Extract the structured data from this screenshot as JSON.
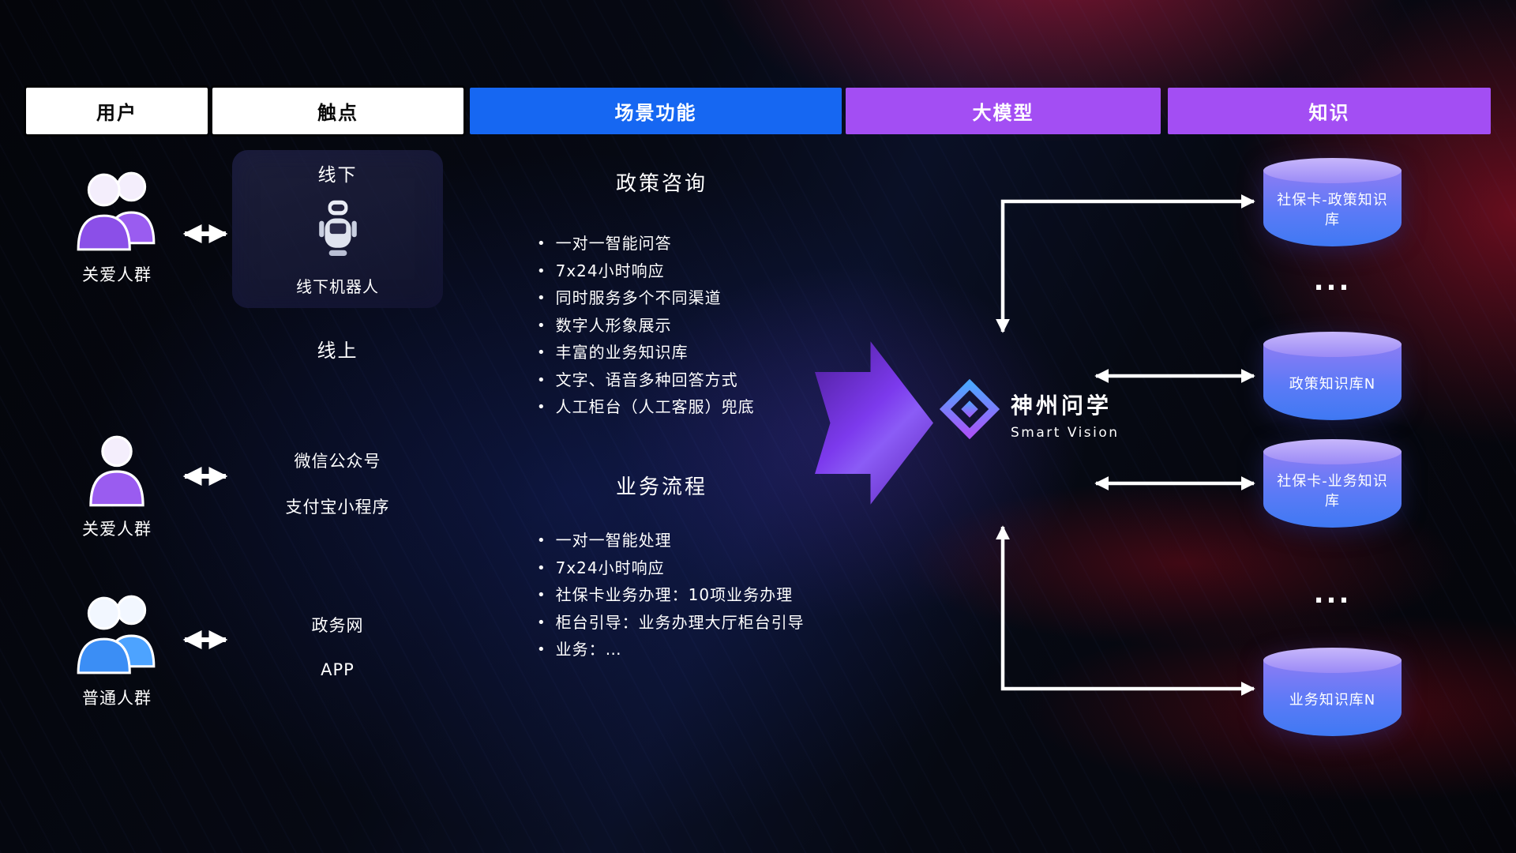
{
  "headers": [
    {
      "label": "用户"
    },
    {
      "label": "触点"
    },
    {
      "label": "场景功能"
    },
    {
      "label": "大模型"
    },
    {
      "label": "知识"
    }
  ],
  "users": [
    {
      "label": "关爱人群",
      "icon": "users-group-purple-icon"
    },
    {
      "label": "关爱人群",
      "icon": "user-single-purple-icon"
    },
    {
      "label": "普通人群",
      "icon": "users-group-blue-icon"
    }
  ],
  "touchpoints": {
    "offline_title": "线下",
    "robot_label": "线下机器人",
    "online_title": "线上",
    "channels": [
      "微信公众号",
      "支付宝小程序",
      "政务网",
      "APP"
    ]
  },
  "scene": {
    "policy_title": "政策咨询",
    "policy_items": [
      "一对一智能问答",
      "7x24小时响应",
      "同时服务多个不同渠道",
      "数字人形象展示",
      "丰富的业务知识库",
      "文字、语音多种回答方式",
      "人工柜台（人工客服）兜底"
    ],
    "business_title": "业务流程",
    "business_items": [
      "一对一智能处理",
      "7x24小时响应",
      "社保卡业务办理：10项业务办理",
      "柜台引导：业务办理大厅柜台引导",
      "业务：…"
    ]
  },
  "model": {
    "name": "神州问学",
    "subtitle": "Smart Vision"
  },
  "knowledge": {
    "db1": "社保卡-政策知识库",
    "dots1": "...",
    "db2": "政策知识库N",
    "db3": "社保卡-业务知识库",
    "dots2": "...",
    "db4": "业务知识库N"
  },
  "colors": {
    "header_blue": "#1667f2",
    "header_purple": "#a34ef3",
    "arrow_purple": "#7c3aed",
    "cylinder_top": "#c7b6fb",
    "cylinder_body_top": "#8d7cf4",
    "cylinder_body_bottom": "#3f79f3",
    "background_red_glow": "#c81432",
    "connector_white": "#ffffff"
  }
}
